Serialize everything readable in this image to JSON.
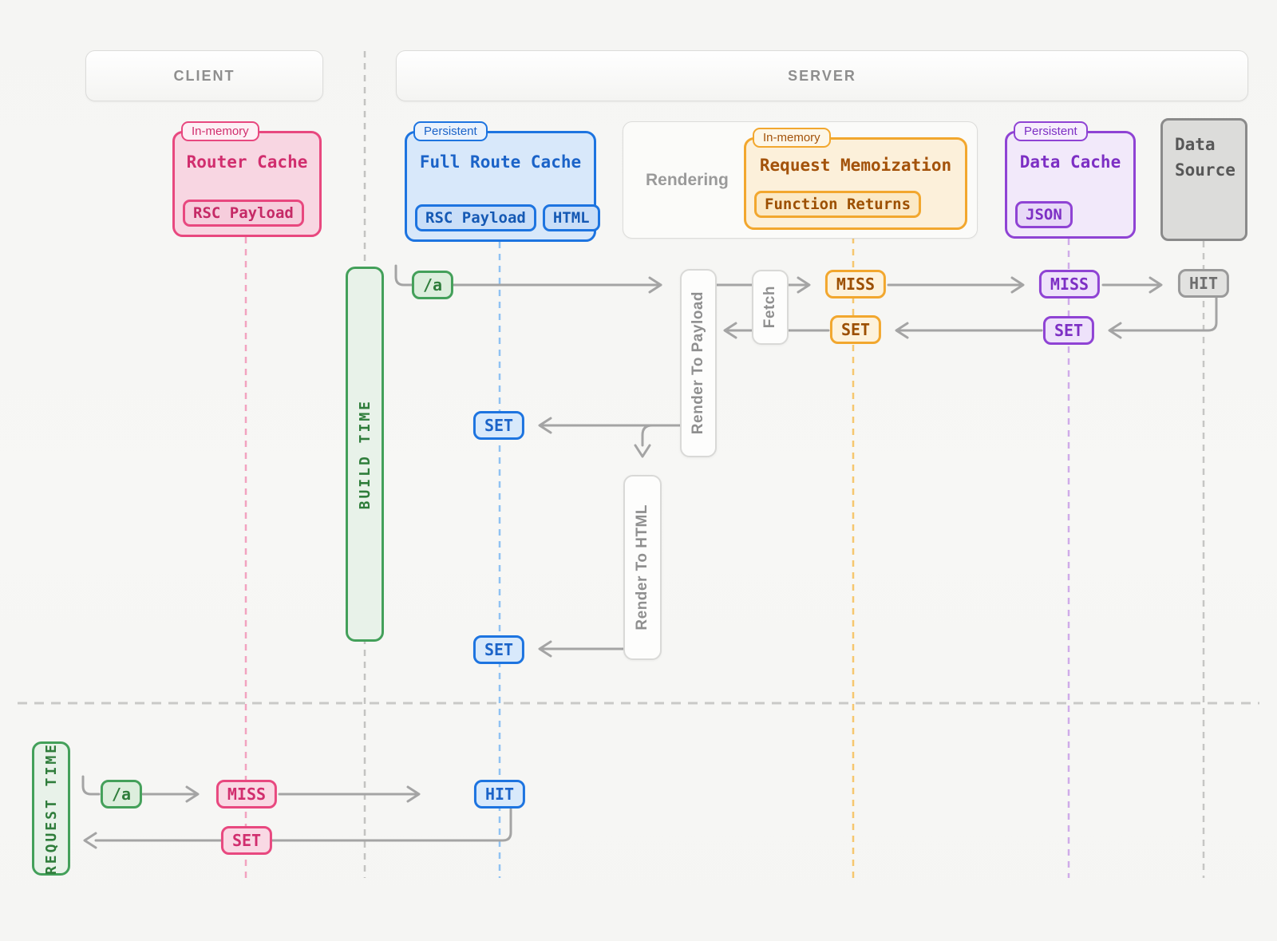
{
  "headers": {
    "client": "CLIENT",
    "server": "SERVER"
  },
  "lanes": {
    "build_time": "BUILD TIME",
    "request_time": "REQUEST TIME"
  },
  "boxes": {
    "router_cache": {
      "tag": "In-memory",
      "title": "Router Cache",
      "chip": "RSC Payload"
    },
    "full_route_cache": {
      "tag": "Persistent",
      "title": "Full Route Cache",
      "chip1": "RSC Payload",
      "chip2": "HTML"
    },
    "rendering": {
      "label": "Rendering"
    },
    "request_memoization": {
      "tag": "In-memory",
      "title": "Request Memoization",
      "chip": "Function Returns"
    },
    "data_cache": {
      "tag": "Persistent",
      "title": "Data Cache",
      "chip": "JSON"
    },
    "data_source": {
      "line1": "Data",
      "line2": "Source"
    }
  },
  "process_boxes": {
    "fetch": "Fetch",
    "render_to_payload": "Render To Payload",
    "render_to_html": "Render To HTML"
  },
  "flow_chips": {
    "build_route": "/a",
    "memo_miss": "MISS",
    "memo_set": "SET",
    "datacache_miss": "MISS",
    "datacache_set": "SET",
    "datasource_hit": "HIT",
    "fullroute_set_payload": "SET",
    "fullroute_set_html": "SET",
    "request_route": "/a",
    "router_miss": "MISS",
    "router_set": "SET",
    "fullroute_hit": "HIT"
  },
  "colors": {
    "pink": "#e8487f",
    "blue": "#1d74e0",
    "green": "#44a05a",
    "orange": "#f2a72e",
    "purple": "#8f43d4",
    "gray": "#9a9a9a",
    "connector": "#a4a4a4"
  }
}
